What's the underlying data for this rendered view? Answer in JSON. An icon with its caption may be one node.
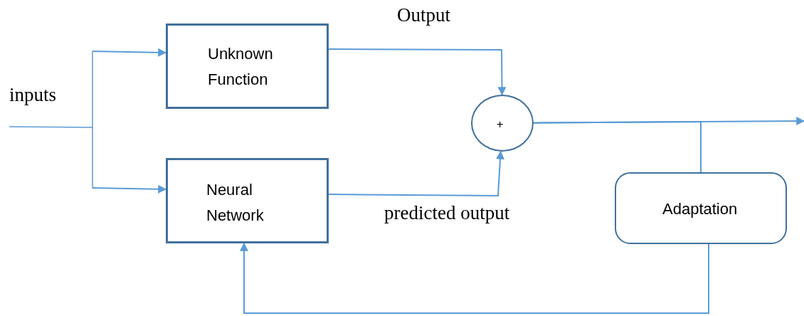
{
  "diagram": {
    "nodes": [
      {
        "text": [
          "Unknown Function"
        ]
      },
      {
        "text": [
          "Neural Network"
        ]
      },
      {
        "text": [
          "+"
        ]
      },
      {
        "text": [
          "Adaptation"
        ]
      }
    ],
    "edges": [
      {
        "from": null,
        "to": 0,
        "arrow": "to"
      },
      {
        "from": null,
        "to": 1,
        "arrow": "to"
      },
      {
        "from": 0,
        "to": 2,
        "arrow": "to",
        "label": "Output"
      },
      {
        "from": 1,
        "to": 2,
        "arrow": "to",
        "label": "predicted output"
      },
      {
        "from": 2,
        "to": null,
        "arrow": "to"
      },
      {
        "from": 2,
        "to": 3,
        "arrow": "none"
      },
      {
        "from": 3,
        "to": 1,
        "arrow": "to"
      }
    ],
    "labels": [
      "inputs"
    ]
  }
}
